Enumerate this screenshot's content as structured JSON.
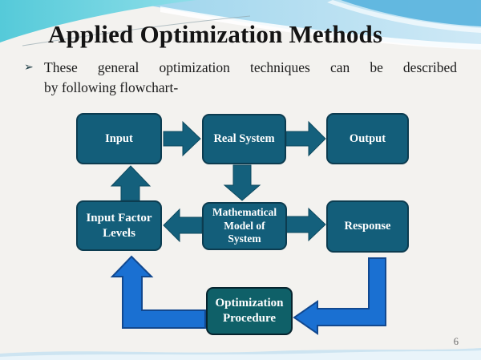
{
  "slide": {
    "title": "Applied Optimization Methods",
    "bullet": {
      "marker": "➢",
      "line1": "These general optimization techniques can be described",
      "line2": "by following flowchart-"
    },
    "flowchart": {
      "nodes": {
        "input": {
          "label": "Input"
        },
        "real_system": {
          "label": "Real System"
        },
        "output": {
          "label": "Output"
        },
        "input_factor_levels": {
          "lines": [
            "Input Factor",
            "Levels"
          ]
        },
        "math_model": {
          "lines": [
            "Mathematical",
            "Model of",
            "System"
          ]
        },
        "response": {
          "label": "Response"
        },
        "optimization_procedure": {
          "lines": [
            "Optimization",
            "Procedure"
          ]
        }
      },
      "edges": [
        {
          "from": "Input",
          "to": "Real System",
          "style": "teal-block-arrow"
        },
        {
          "from": "Real System",
          "to": "Output",
          "style": "teal-block-arrow"
        },
        {
          "from": "Real System",
          "to": "Mathematical Model of System",
          "style": "teal-block-arrow"
        },
        {
          "from": "Input Factor Levels",
          "to": "Input",
          "style": "teal-block-arrow"
        },
        {
          "from": "Mathematical Model of System",
          "to": "Input Factor Levels",
          "style": "teal-block-arrow"
        },
        {
          "from": "Mathematical Model of System",
          "to": "Response",
          "style": "teal-block-arrow"
        },
        {
          "from": "Response",
          "to": "Optimization Procedure",
          "style": "blue-elbow-arrow"
        },
        {
          "from": "Optimization Procedure",
          "to": "Input Factor Levels",
          "style": "blue-elbow-arrow"
        }
      ]
    },
    "page_number": "6",
    "colors": {
      "node_fill": "#135e7a",
      "node_fill_optimization": "#0f6068",
      "teal_arrow": "#14607c",
      "blue_arrow": "#1a70d2",
      "blue_arrow_border": "#11488f",
      "banner_teal": "#55cad9",
      "banner_blue": "#9bd4ec",
      "background": "#f3f2ef"
    }
  }
}
